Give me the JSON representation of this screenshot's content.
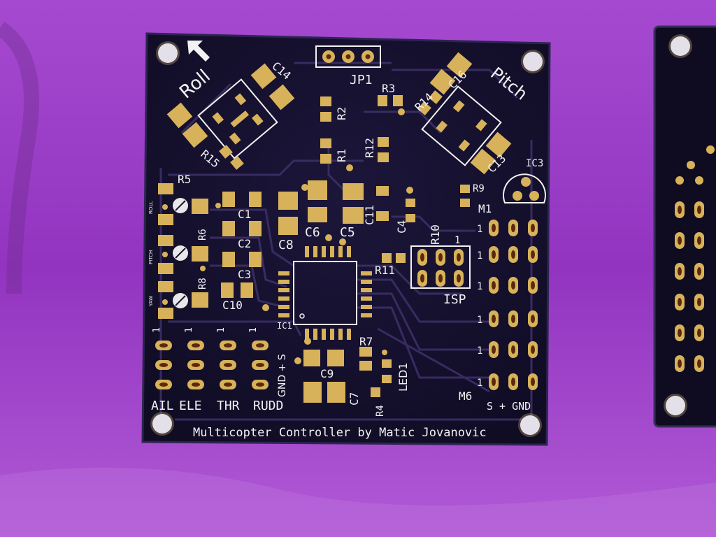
{
  "colors": {
    "background": "#9a3fc4",
    "board": "#15112e",
    "pad": "#d7b25a",
    "silkscreen": "#f2f2f2"
  },
  "board": {
    "title": "Multicopter Controller by Matic Jovanovic",
    "labels": {
      "roll": "Roll",
      "pitch": "Pitch",
      "jp1": "JP1",
      "ic1": "IC1",
      "ic3": "IC3",
      "isp": "ISP",
      "m1": "M1",
      "m6": "M6",
      "led1": "LED1",
      "s_plus_gnd": "S + GND",
      "gnd_plus_s": "GND + S",
      "roll_small": "ROLL",
      "pitch_small": "PITCH",
      "yaw_small": "YAW",
      "one": "1"
    },
    "input_labels": [
      "AIL",
      "ELE",
      "THR",
      "RUDD"
    ],
    "components": {
      "c1": "C1",
      "c2": "C2",
      "c3": "C3",
      "c4": "C4",
      "c5": "C5",
      "c6": "C6",
      "c7": "C7",
      "c8": "C8",
      "c9": "C9",
      "c10": "C10",
      "c11": "C11",
      "c13": "C13",
      "c14": "C14",
      "c16": "C16",
      "r1": "R1",
      "r2": "R2",
      "r3": "R3",
      "r4": "R4",
      "r5": "R5",
      "r6": "R6",
      "r7": "R7",
      "r8": "R8",
      "r9": "R9",
      "r10": "R10",
      "r11": "R11",
      "r12": "R12",
      "r14": "R14",
      "r15": "R15"
    }
  }
}
